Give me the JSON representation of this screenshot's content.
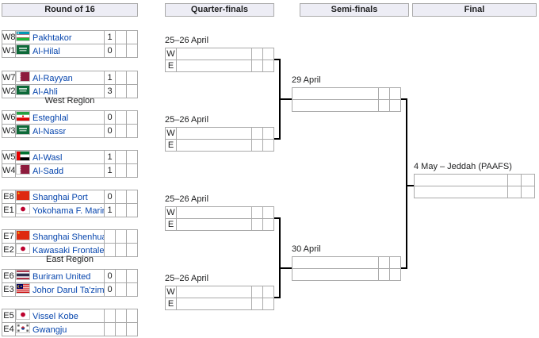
{
  "headers": [
    "Round of 16",
    "Quarter-finals",
    "Semi-finals",
    "Final"
  ],
  "regions": {
    "west": "West Region",
    "east": "East Region"
  },
  "round_of_16": [
    {
      "teams": [
        {
          "seed": "W8",
          "flag": "uzbekistan",
          "name": "Pakhtakor",
          "s1": "1",
          "s2": "",
          "s3": ""
        },
        {
          "seed": "W1",
          "flag": "saudi-arabia",
          "name": "Al-Hilal",
          "s1": "0",
          "s2": "",
          "s3": ""
        }
      ]
    },
    {
      "teams": [
        {
          "seed": "W7",
          "flag": "qatar",
          "name": "Al-Rayyan",
          "s1": "1",
          "s2": "",
          "s3": ""
        },
        {
          "seed": "W2",
          "flag": "saudi-arabia",
          "name": "Al-Ahli",
          "s1": "3",
          "s2": "",
          "s3": ""
        }
      ]
    },
    {
      "teams": [
        {
          "seed": "W6",
          "flag": "iran",
          "name": "Esteghlal",
          "s1": "0",
          "s2": "",
          "s3": ""
        },
        {
          "seed": "W3",
          "flag": "saudi-arabia",
          "name": "Al-Nassr",
          "s1": "0",
          "s2": "",
          "s3": ""
        }
      ]
    },
    {
      "teams": [
        {
          "seed": "W5",
          "flag": "uae",
          "name": "Al-Wasl",
          "s1": "1",
          "s2": "",
          "s3": ""
        },
        {
          "seed": "W4",
          "flag": "qatar",
          "name": "Al-Sadd",
          "s1": "1",
          "s2": "",
          "s3": ""
        }
      ]
    },
    {
      "teams": [
        {
          "seed": "E8",
          "flag": "china",
          "name": "Shanghai Port",
          "s1": "0",
          "s2": "",
          "s3": ""
        },
        {
          "seed": "E1",
          "flag": "japan",
          "name": "Yokohama F. Marinos",
          "s1": "1",
          "s2": "",
          "s3": ""
        }
      ]
    },
    {
      "teams": [
        {
          "seed": "E7",
          "flag": "china",
          "name": "Shanghai Shenhua",
          "s1": "",
          "s2": "",
          "s3": ""
        },
        {
          "seed": "E2",
          "flag": "japan",
          "name": "Kawasaki Frontale",
          "s1": "",
          "s2": "",
          "s3": ""
        }
      ]
    },
    {
      "teams": [
        {
          "seed": "E6",
          "flag": "thailand",
          "name": "Buriram United",
          "s1": "0",
          "s2": "",
          "s3": ""
        },
        {
          "seed": "E3",
          "flag": "malaysia",
          "name": "Johor Darul Ta'zim",
          "s1": "0",
          "s2": "",
          "s3": ""
        }
      ]
    },
    {
      "teams": [
        {
          "seed": "E5",
          "flag": "japan",
          "name": "Vissel Kobe",
          "s1": "",
          "s2": "",
          "s3": ""
        },
        {
          "seed": "E4",
          "flag": "south-korea",
          "name": "Gwangju",
          "s1": "",
          "s2": "",
          "s3": ""
        }
      ]
    }
  ],
  "quarter_finals": [
    {
      "date": "25–26 April",
      "rows": [
        {
          "seed": "W"
        },
        {
          "seed": "E"
        }
      ]
    },
    {
      "date": "25–26 April",
      "rows": [
        {
          "seed": "W"
        },
        {
          "seed": "E"
        }
      ]
    },
    {
      "date": "25–26 April",
      "rows": [
        {
          "seed": "W"
        },
        {
          "seed": "E"
        }
      ]
    },
    {
      "date": "25–26 April",
      "rows": [
        {
          "seed": "W"
        },
        {
          "seed": "E"
        }
      ]
    }
  ],
  "semi_finals": [
    {
      "date": "29 April"
    },
    {
      "date": "30 April"
    }
  ],
  "final": {
    "date": "4 May – Jeddah (PAAFS)"
  },
  "colors": {
    "border": "#aaaaaa",
    "header_bg": "#ededf5",
    "link": "#0645ad",
    "line": "#000000",
    "text": "#202122"
  }
}
